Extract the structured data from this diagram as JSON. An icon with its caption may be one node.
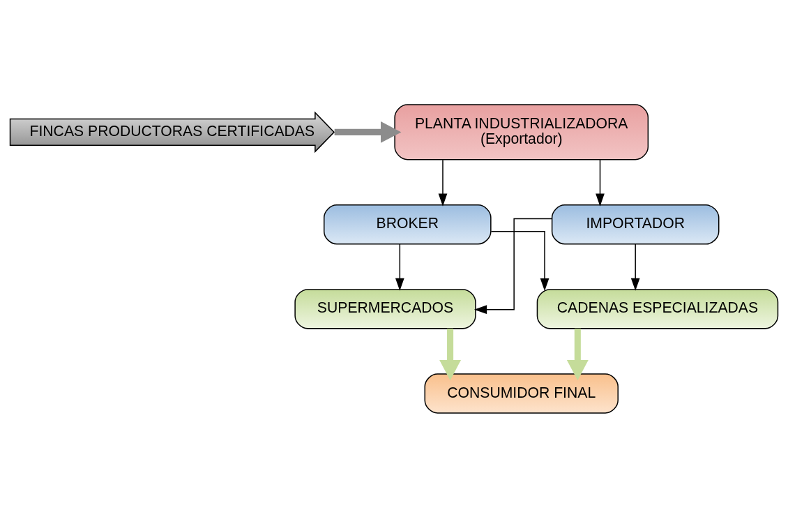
{
  "diagram": {
    "nodes": [
      {
        "text": [
          "FINCAS PRODUCTORAS CERTIFICADAS"
        ]
      },
      {
        "text": [
          "PLANTA INDUSTRIALIZADORA",
          "(Exportador)"
        ]
      },
      {
        "text": [
          "BROKER"
        ]
      },
      {
        "text": [
          "IMPORTADOR"
        ]
      },
      {
        "text": [
          "SUPERMERCADOS"
        ]
      },
      {
        "text": [
          "CADENAS ESPECIALIZADAS"
        ]
      },
      {
        "text": [
          "CONSUMIDOR FINAL"
        ]
      }
    ],
    "edges": [
      {
        "from": 0,
        "to": 1,
        "arrow": "to",
        "style": "thick",
        "color": "#8c8c8c"
      },
      {
        "from": 1,
        "to": 2,
        "arrow": "to"
      },
      {
        "from": 1,
        "to": 3,
        "arrow": "to"
      },
      {
        "from": 2,
        "to": 4,
        "arrow": "to"
      },
      {
        "from": 2,
        "to": 5,
        "arrow": "to"
      },
      {
        "from": 3,
        "to": 4,
        "arrow": "to"
      },
      {
        "from": 3,
        "to": 5,
        "arrow": "to"
      },
      {
        "from": 4,
        "to": 6,
        "arrow": "to",
        "style": "thick",
        "color": "#c5dc9a"
      },
      {
        "from": 5,
        "to": 6,
        "arrow": "to",
        "style": "thick",
        "color": "#c5dc9a"
      }
    ]
  }
}
